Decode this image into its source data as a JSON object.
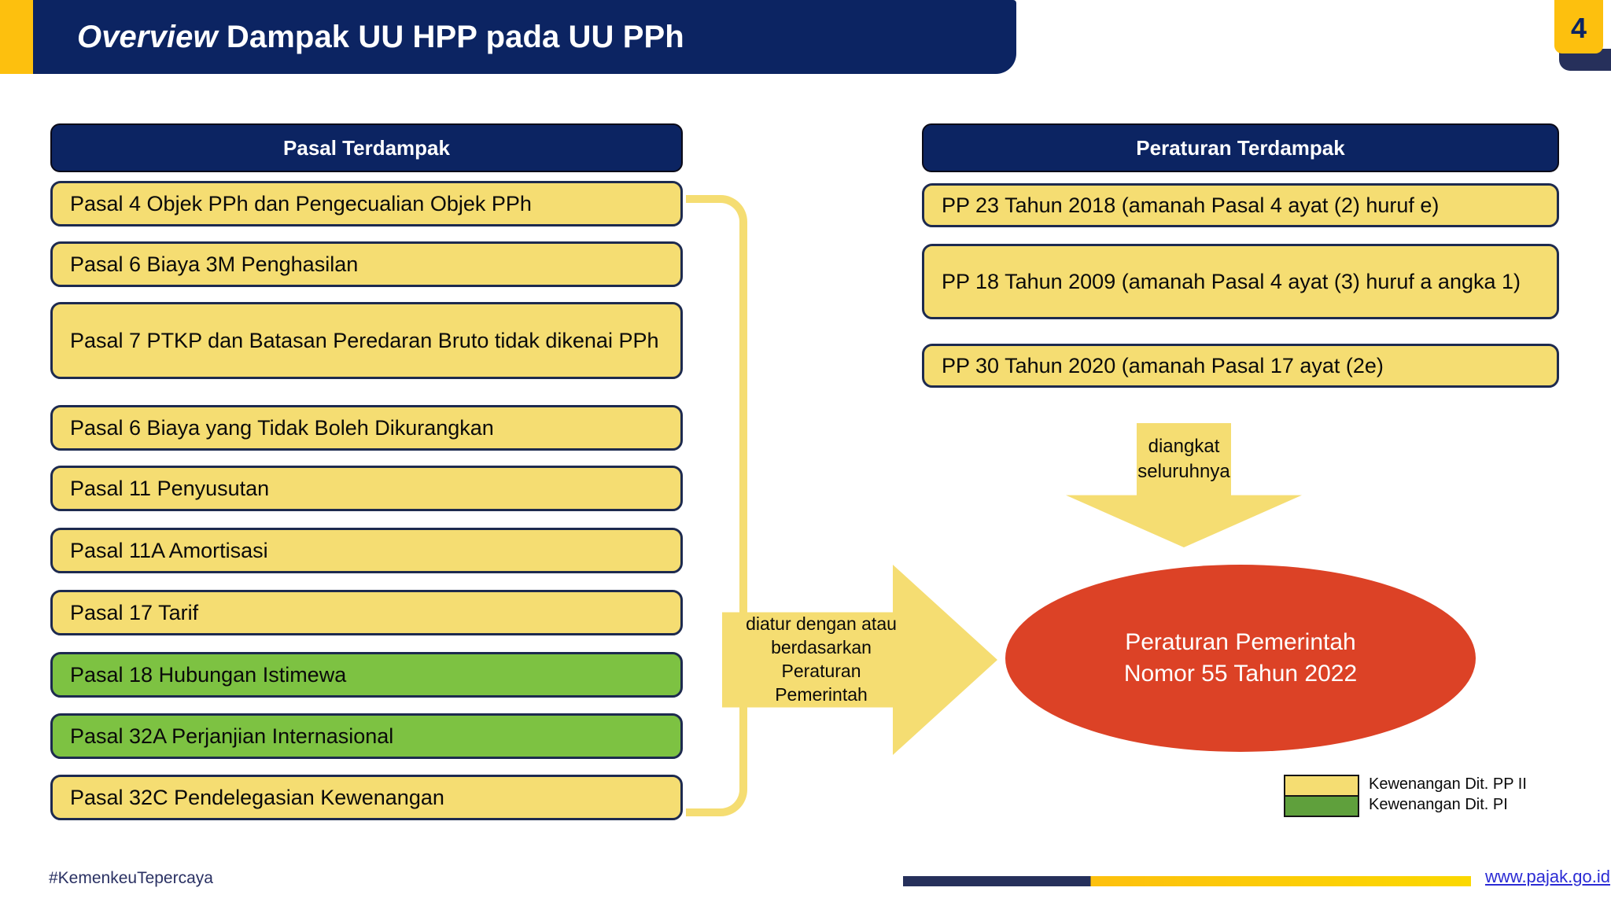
{
  "slide": {
    "title_italic": "Overview",
    "title_rest": " Dampak UU HPP pada UU PPh",
    "page_number": "4"
  },
  "left_column": {
    "header": "Pasal Terdampak",
    "items": [
      {
        "label": "Pasal 4 Objek PPh dan Pengecualian Objek PPh",
        "color": "yellow"
      },
      {
        "label": "Pasal 6 Biaya 3M Penghasilan",
        "color": "yellow"
      },
      {
        "label": "Pasal 7 PTKP dan Batasan Peredaran Bruto tidak dikenai PPh",
        "color": "yellow"
      },
      {
        "label": "Pasal 6 Biaya yang Tidak Boleh Dikurangkan",
        "color": "yellow"
      },
      {
        "label": "Pasal 11 Penyusutan",
        "color": "yellow"
      },
      {
        "label": "Pasal 11A Amortisasi",
        "color": "yellow"
      },
      {
        "label": "Pasal 17 Tarif",
        "color": "yellow"
      },
      {
        "label": "Pasal 18 Hubungan Istimewa",
        "color": "green"
      },
      {
        "label": "Pasal 32A Perjanjian Internasional",
        "color": "green"
      },
      {
        "label": "Pasal 32C Pendelegasian Kewenangan",
        "color": "yellow"
      }
    ]
  },
  "right_column": {
    "header": "Peraturan Terdampak",
    "items": [
      {
        "label": "PP 23 Tahun 2018 (amanah Pasal 4 ayat (2) huruf e)",
        "color": "yellow"
      },
      {
        "label": "PP 18 Tahun 2009 (amanah Pasal 4 ayat (3) huruf a angka 1)",
        "color": "yellow"
      },
      {
        "label": "PP 30 Tahun 2020 (amanah Pasal 17 ayat (2e)",
        "color": "yellow"
      }
    ]
  },
  "connectors": {
    "right_arrow_text": "diatur dengan atau berdasarkan Peraturan Pemerintah",
    "down_arrow_line1": "diangkat",
    "down_arrow_line2": "seluruhnya"
  },
  "result": {
    "line1": "Peraturan Pemerintah",
    "line2": "Nomor 55 Tahun 2022"
  },
  "legend": {
    "entries": [
      {
        "label": "Kewenangan Dit. PP II",
        "color": "#F5DD72"
      },
      {
        "label": "Kewenangan Dit. PI",
        "color": "#5FA03C"
      }
    ]
  },
  "footer": {
    "hashtag": "#KemenkeuTepercaya",
    "url": "www.pajak.go.id"
  },
  "colors": {
    "navy": "#0C2462",
    "yellow": "#F5DD72",
    "brand_yellow": "#FDC00E",
    "green": "#7DC242",
    "red": "#DC4226",
    "link_blue": "#2B2BD4"
  }
}
